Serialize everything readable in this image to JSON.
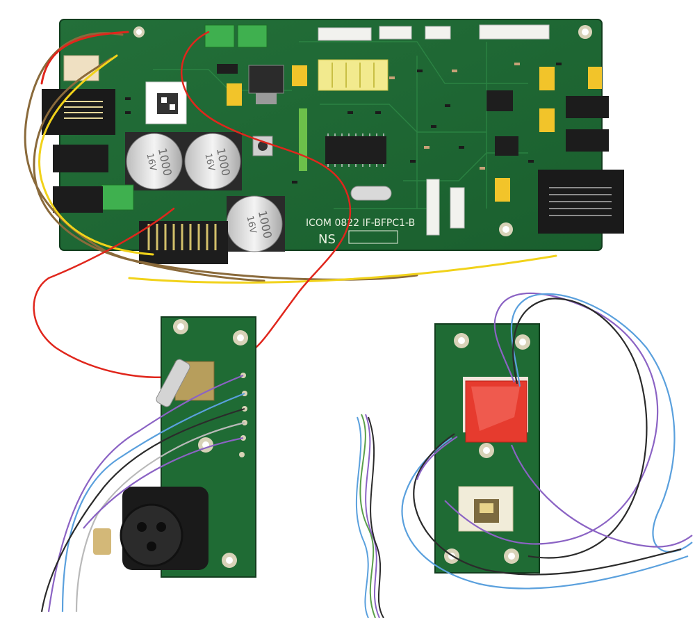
{
  "image": {
    "kind": "photo",
    "subject": "three circuit boards with wires on a white background"
  },
  "main_board": {
    "silkscreen_model": "ICOM  0822  IF-BFPC1-B",
    "silkscreen_mark": "NS",
    "capacitor_marking_1": "1000",
    "capacitor_marking_2": "16V",
    "capacitor_marking_3": "1000",
    "capacitor_marking_4": "16V",
    "capacitor_marking_5": "1000",
    "capacitor_marking_6": "16V"
  },
  "colors": {
    "pcb_green": "#1f6b34",
    "pcb_dark": "#174f26",
    "wire_red": "#e0261c",
    "wire_yellow": "#f1d21a",
    "wire_brown": "#8a6a3b",
    "wire_purple": "#8b63c4",
    "wire_blue": "#5aa0dd",
    "xlr_black": "#1a1a1a",
    "button_red": "#e63b2e"
  }
}
